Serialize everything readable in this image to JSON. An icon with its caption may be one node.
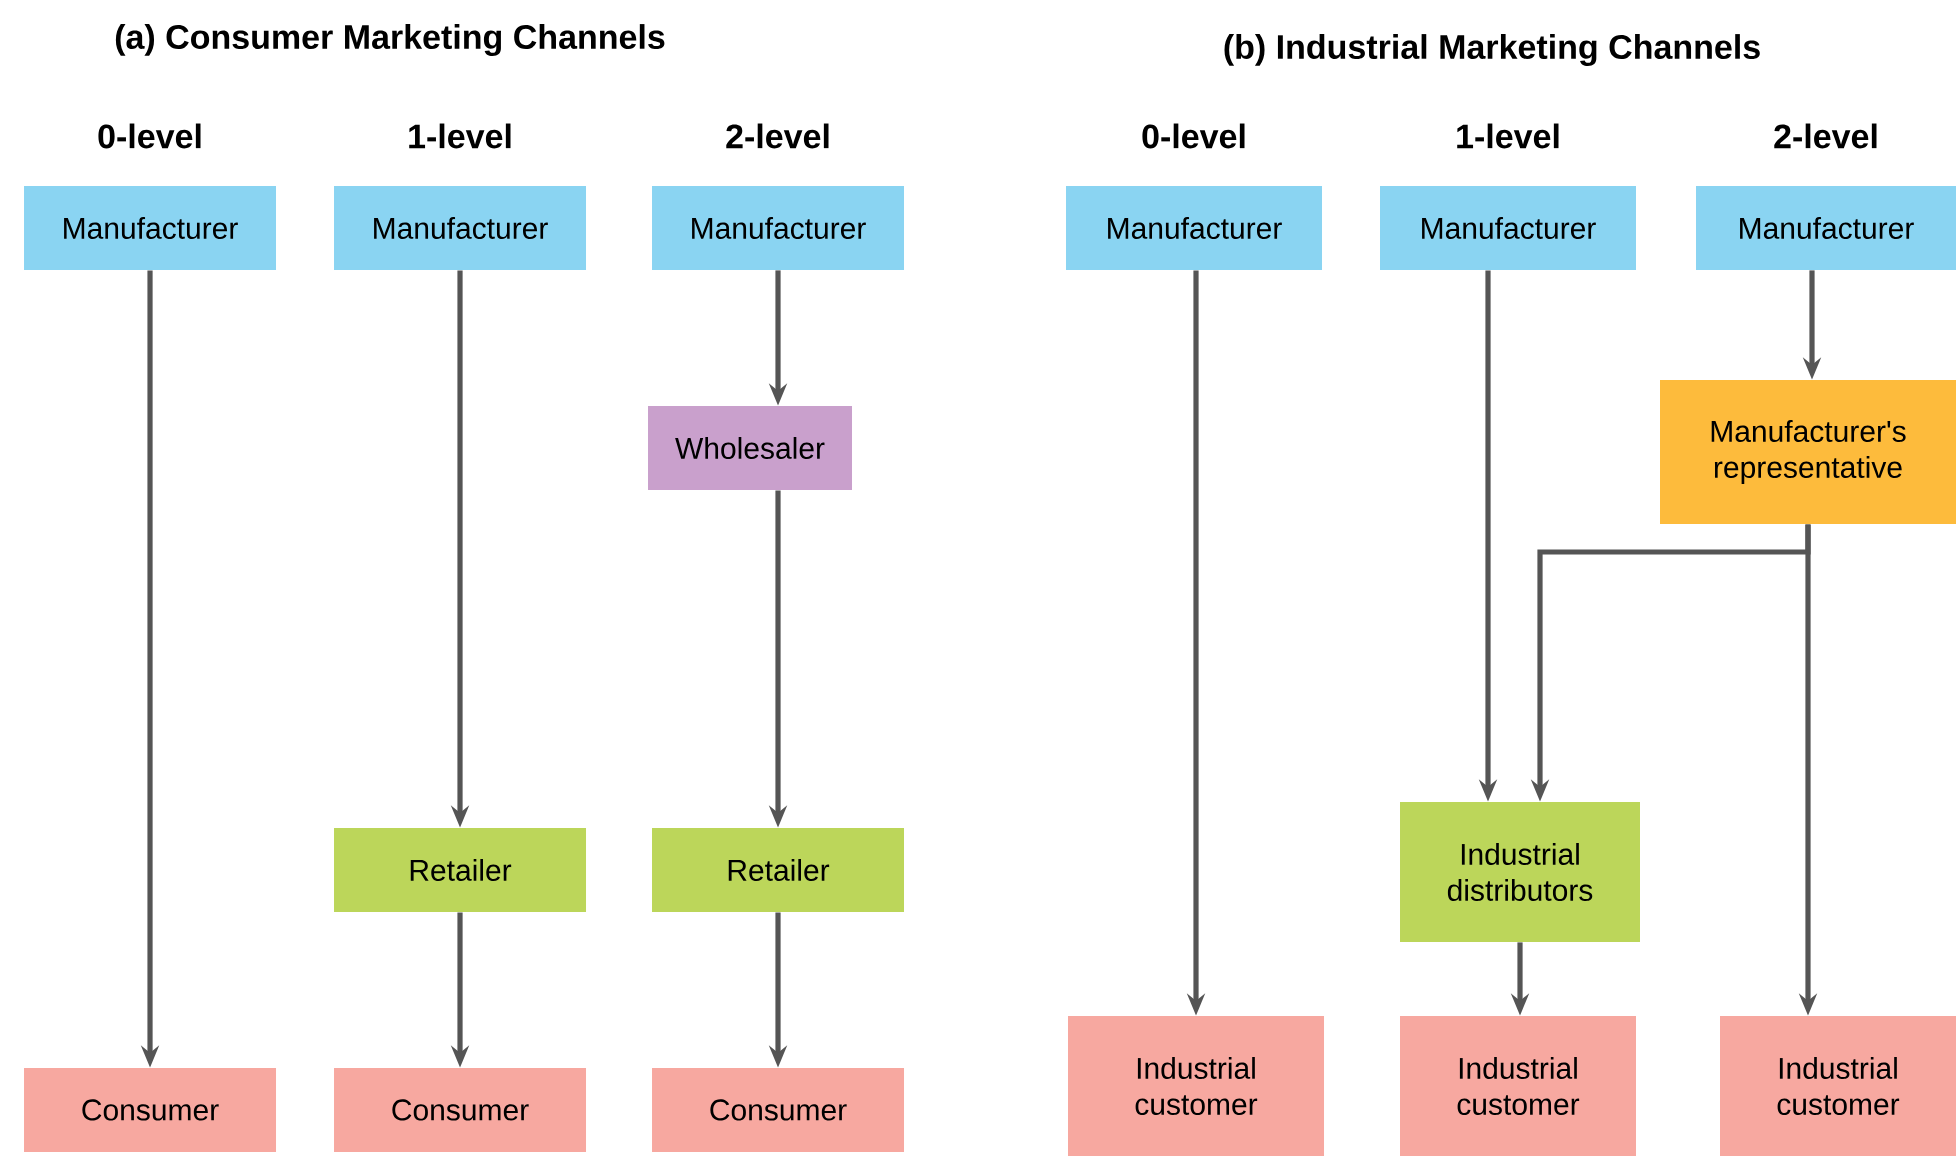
{
  "diagram": {
    "nodes": [
      {
        "text": [
          "Manufacturer"
        ]
      },
      {
        "text": [
          "Consumer"
        ]
      },
      {
        "text": [
          "Manufacturer"
        ]
      },
      {
        "text": [
          "Retailer"
        ]
      },
      {
        "text": [
          "Consumer"
        ]
      },
      {
        "text": [
          "Manufacturer"
        ]
      },
      {
        "text": [
          "Wholesaler"
        ]
      },
      {
        "text": [
          "Retailer"
        ]
      },
      {
        "text": [
          "Consumer"
        ]
      },
      {
        "text": [
          "Manufacturer"
        ]
      },
      {
        "text": [
          "Industrial customer"
        ]
      },
      {
        "text": [
          "Manufacturer"
        ]
      },
      {
        "text": [
          "Industrial distributors"
        ]
      },
      {
        "text": [
          "Industrial customer"
        ]
      },
      {
        "text": [
          "Manufacturer"
        ]
      },
      {
        "text": [
          "Manufacturer's representative"
        ]
      },
      {
        "text": [
          "Industrial customer"
        ]
      }
    ],
    "edges": [
      {
        "from": 0,
        "to": 1,
        "arrow": "to"
      },
      {
        "from": 2,
        "to": 3,
        "arrow": "to"
      },
      {
        "from": 3,
        "to": 4,
        "arrow": "to"
      },
      {
        "from": 5,
        "to": 6,
        "arrow": "to"
      },
      {
        "from": 6,
        "to": 7,
        "arrow": "to"
      },
      {
        "from": 7,
        "to": 8,
        "arrow": "to"
      },
      {
        "from": 9,
        "to": 10,
        "arrow": "to"
      },
      {
        "from": 11,
        "to": 12,
        "arrow": "to"
      },
      {
        "from": 12,
        "to": 13,
        "arrow": "to"
      },
      {
        "from": 14,
        "to": 15,
        "arrow": "to"
      },
      {
        "from": 15,
        "to": 12,
        "arrow": "to"
      },
      {
        "from": 15,
        "to": 16,
        "arrow": "to"
      }
    ],
    "labels": [
      "(a) Consumer Marketing Channels",
      "(b) Industrial Marketing Channels",
      "0-level",
      "1-level",
      "2-level",
      "0-level",
      "1-level",
      "2-level"
    ]
  }
}
